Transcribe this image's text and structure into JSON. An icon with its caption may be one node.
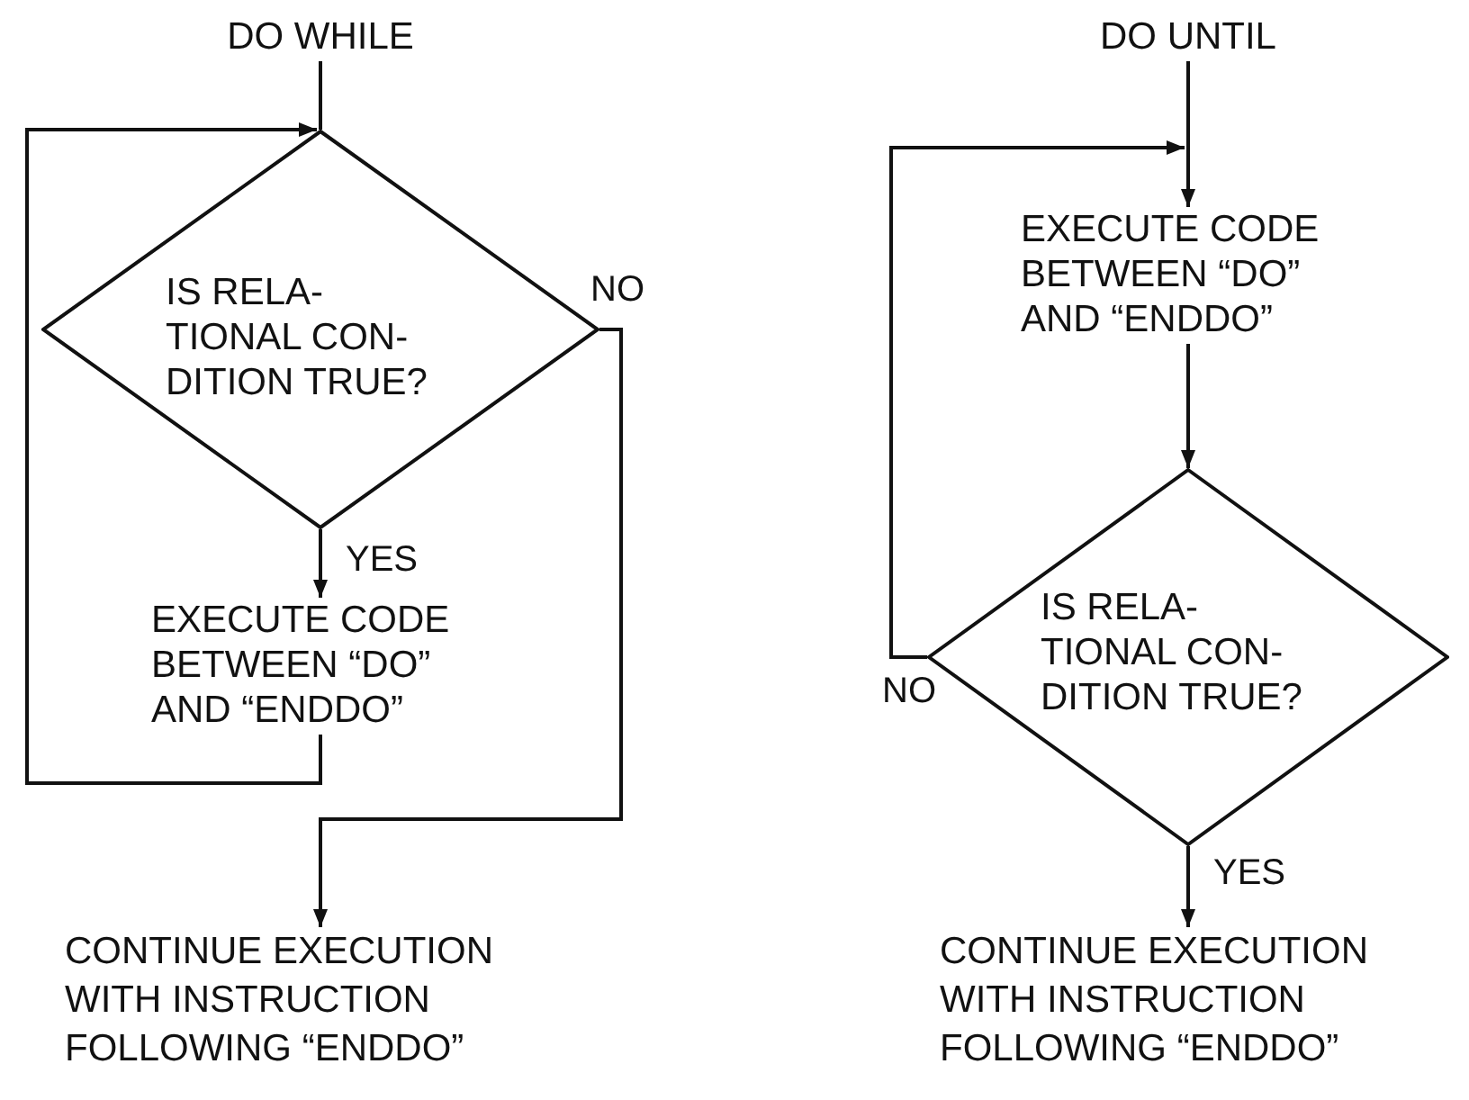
{
  "diagram": {
    "nodes": [
      {
        "text": [
          "DO WHILE"
        ]
      },
      {
        "text": [
          "IS RELA- TIONAL CON- DITION TRUE?"
        ]
      },
      {
        "text": [
          "EXECUTE CODE BETWEEN “DO” AND “ENDDO”"
        ]
      },
      {
        "text": [
          "CONTINUE EXECUTION WITH INSTRUCTION FOLLOWING “ENDDO”"
        ]
      },
      {
        "text": [
          "DO UNTIL"
        ]
      },
      {
        "text": [
          "EXECUTE CODE BETWEEN “DO” AND “ENDDO”"
        ]
      },
      {
        "text": [
          "IS RELA- TIONAL CON- DITION TRUE?"
        ]
      },
      {
        "text": [
          "CONTINUE EXECUTION WITH INSTRUCTION FOLLOWING “ENDDO”"
        ]
      }
    ],
    "edges": [
      {
        "from": 0,
        "to": 1,
        "arrow": "none"
      },
      {
        "from": 2,
        "to": 1,
        "arrow": "to"
      },
      {
        "from": 1,
        "to": 2,
        "arrow": "to",
        "label": "YES"
      },
      {
        "from": 1,
        "to": 3,
        "arrow": "to",
        "label": "NO"
      },
      {
        "from": 4,
        "to": 5,
        "arrow": "to"
      },
      {
        "from": 5,
        "to": 6,
        "arrow": "to"
      },
      {
        "from": 6,
        "to": 5,
        "arrow": "to",
        "label": "NO"
      },
      {
        "from": 6,
        "to": 7,
        "arrow": "to",
        "label": "YES"
      }
    ]
  }
}
